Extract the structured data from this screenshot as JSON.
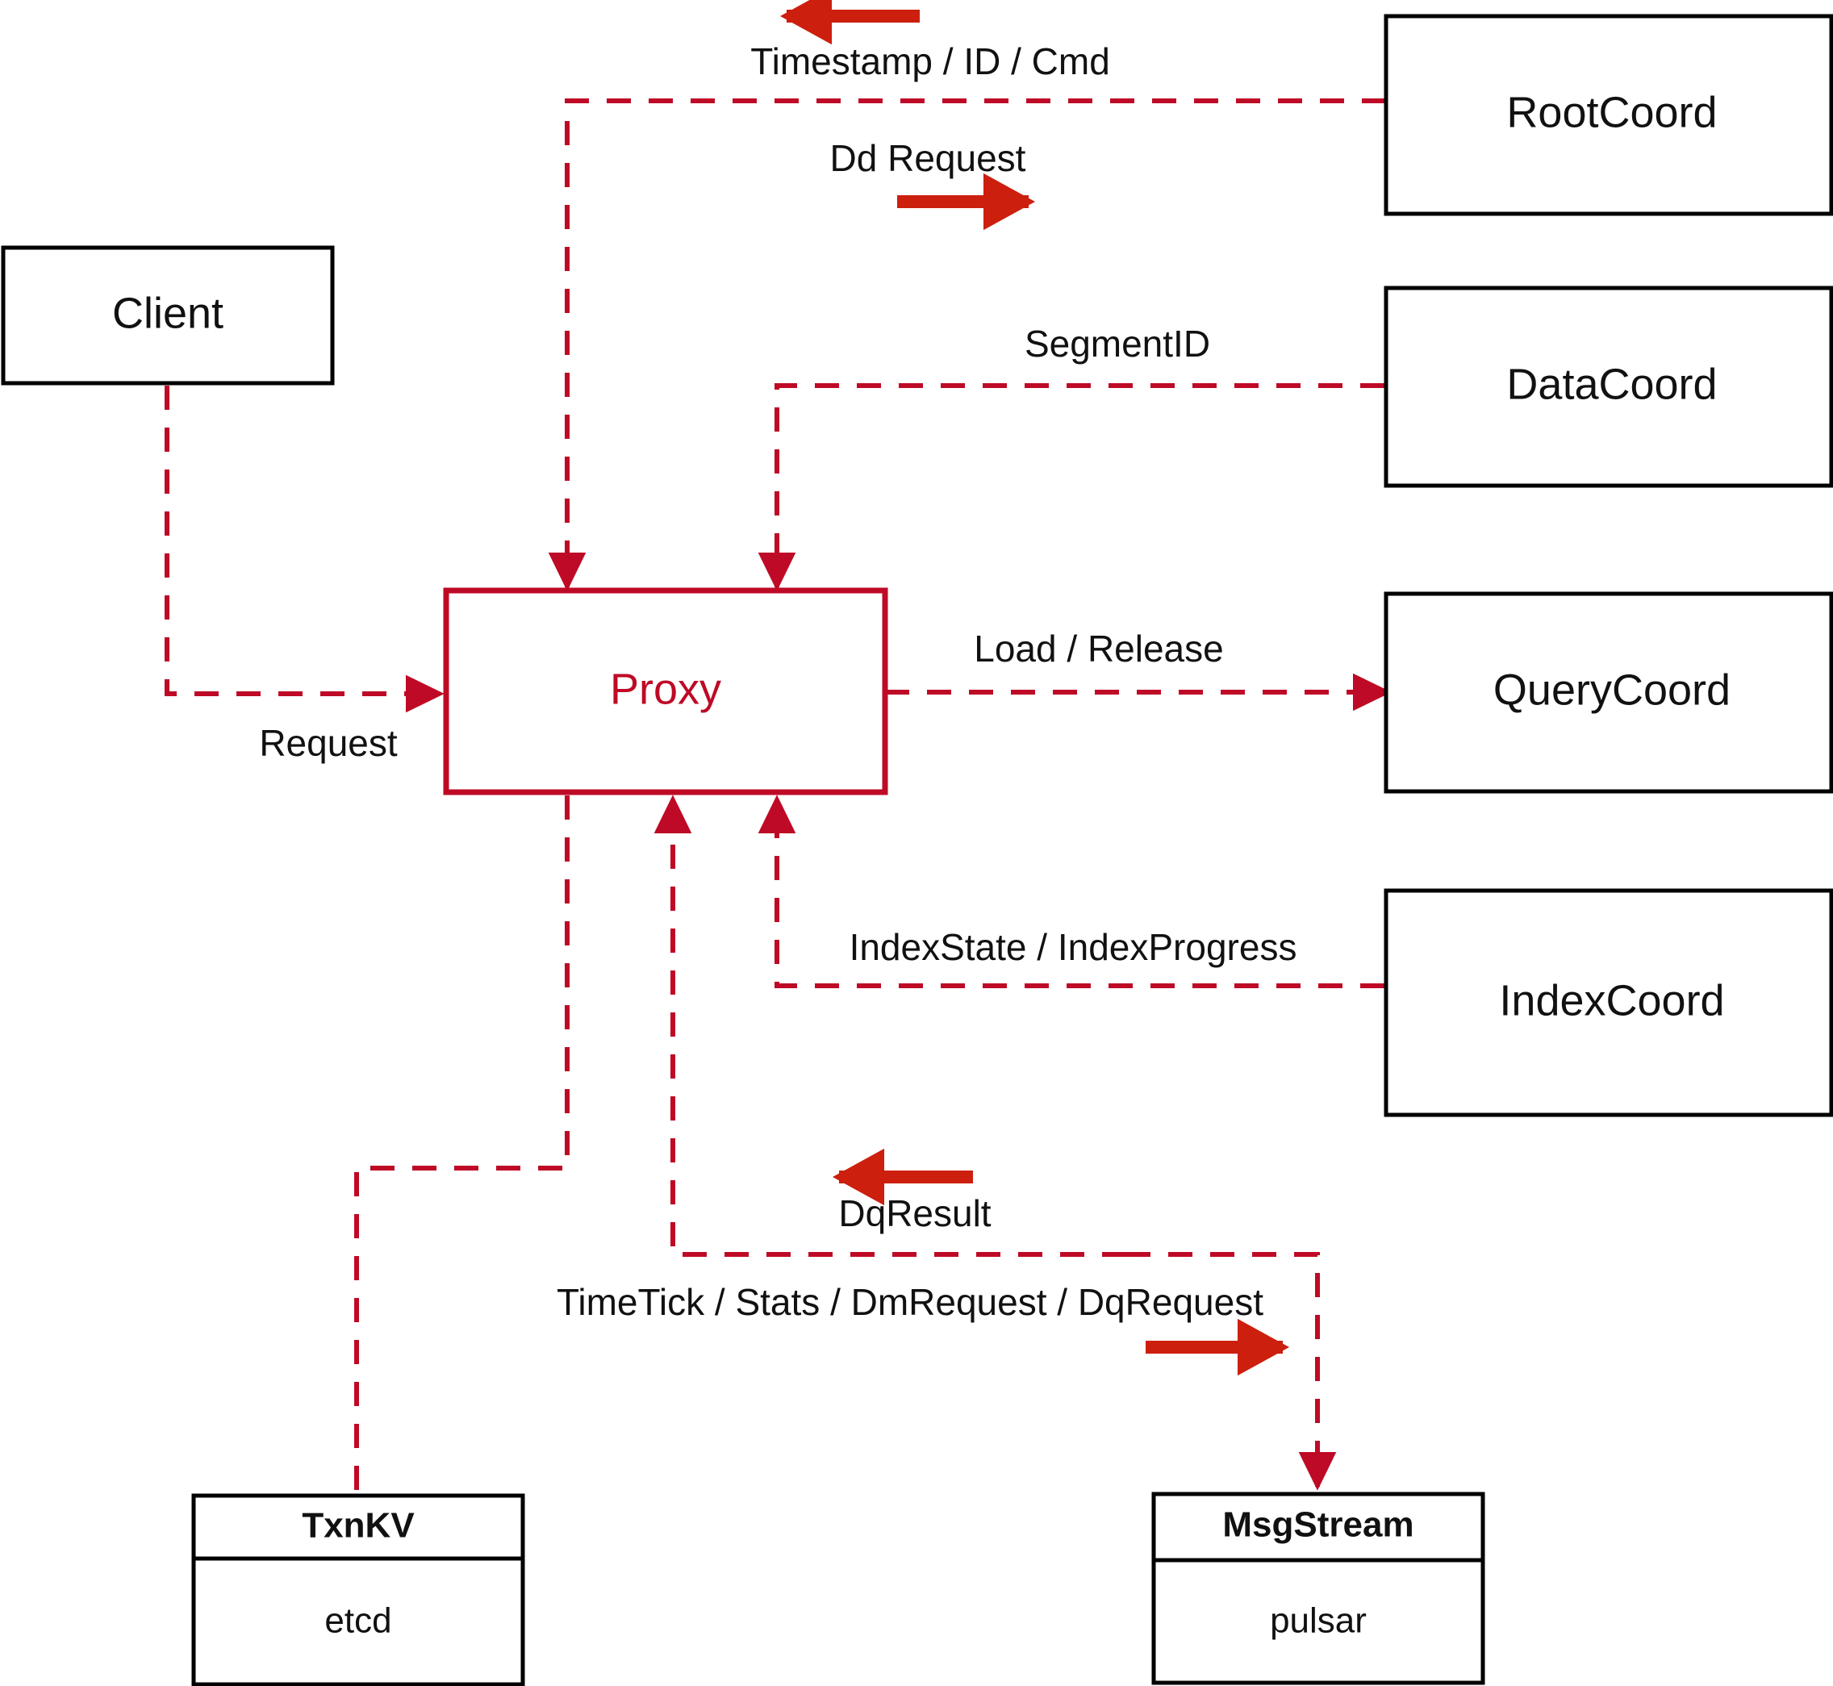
{
  "diagram": {
    "title": "Milvus Proxy Interaction Diagram",
    "colors": {
      "accent_red": "#BE0A26",
      "arrow_red": "#CC1F0E",
      "node_stroke": "#000000",
      "background": "#FFFFFF"
    },
    "nodes": [
      {
        "id": "client",
        "label": "Client",
        "style": "plain"
      },
      {
        "id": "proxy",
        "label": "Proxy",
        "style": "accent"
      },
      {
        "id": "rootcoord",
        "label": "RootCoord",
        "style": "plain"
      },
      {
        "id": "datacoord",
        "label": "DataCoord",
        "style": "plain"
      },
      {
        "id": "querycoord",
        "label": "QueryCoord",
        "style": "plain"
      },
      {
        "id": "indexcoord",
        "label": "IndexCoord",
        "style": "plain"
      },
      {
        "id": "txnkv",
        "label": "TxnKV",
        "sublabel": "etcd",
        "style": "two-part"
      },
      {
        "id": "msgstream",
        "label": "MsgStream",
        "sublabel": "pulsar",
        "style": "two-part"
      }
    ],
    "edge_labels": {
      "timestamp_id_cmd": "Timestamp / ID / Cmd",
      "dd_request": "Dd Request",
      "segment_id": "SegmentID",
      "request": "Request",
      "load_release": "Load / Release",
      "index_state_progress": "IndexState / IndexProgress",
      "dq_result": "DqResult",
      "timetick_stats": "TimeTick / Stats / DmRequest / DqRequest"
    },
    "edges": [
      {
        "from": "rootcoord",
        "to": "proxy",
        "label": "Timestamp / ID / Cmd",
        "direction": "left"
      },
      {
        "from": "proxy",
        "to": "rootcoord",
        "label": "Dd Request",
        "direction": "right"
      },
      {
        "from": "datacoord",
        "to": "proxy",
        "label": "SegmentID",
        "direction": "left"
      },
      {
        "from": "client",
        "to": "proxy",
        "label": "Request",
        "direction": "right"
      },
      {
        "from": "proxy",
        "to": "querycoord",
        "label": "Load / Release",
        "direction": "right"
      },
      {
        "from": "indexcoord",
        "to": "proxy",
        "label": "IndexState / IndexProgress",
        "direction": "left"
      },
      {
        "from": "msgstream",
        "to": "proxy",
        "label": "DqResult",
        "direction": "left"
      },
      {
        "from": "proxy",
        "to": "msgstream",
        "label": "TimeTick / Stats / DmRequest / DqRequest",
        "direction": "right"
      },
      {
        "from": "proxy",
        "to": "txnkv",
        "label": "",
        "direction": "down"
      }
    ]
  }
}
